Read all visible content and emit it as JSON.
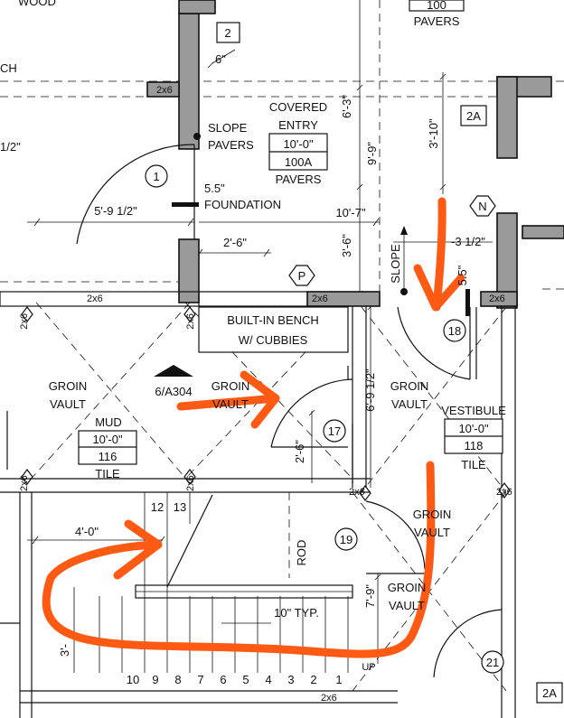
{
  "colors": {
    "line": "#111111",
    "wall_fill": "#9a9a9a",
    "markup": "#ff5a14",
    "background": "#ffffff"
  },
  "top_labels": {
    "wood": "WOOD",
    "top_room_no": "100",
    "top_pavers": "PAVERS",
    "bench_fragment": "CH",
    "half_fragment": "1/2\""
  },
  "tags": {
    "t2": "2",
    "t2a_top": "2A",
    "t2a_bottom": "2A",
    "n": "N",
    "p": "P",
    "d1": "1",
    "d17": "17",
    "d18": "18",
    "d19": "19",
    "d21": "21"
  },
  "wall_labels": {
    "w2x6_a": "2x6",
    "w2x6_b": "2x6",
    "w2x6_c": "2x6",
    "w2x6_d": "2x6",
    "w2x6_e": "2x6",
    "w2x6_f": "2x6",
    "w2x6_g": "2x6",
    "w2x6_h": "2x6",
    "w2x6_i": "2x6",
    "w2x6_j": "2x6",
    "w2x6_k": "2x6"
  },
  "rooms": {
    "covered_entry": {
      "name_1": "COVERED",
      "name_2": "ENTRY",
      "ceiling": "10'-0\"",
      "number": "100A",
      "finish": "PAVERS"
    },
    "mud": {
      "vault_1": "GROIN",
      "vault_2": "VAULT",
      "name": "MUD",
      "ceiling": "10'-0\"",
      "number": "116",
      "finish": "TILE"
    },
    "vestibule": {
      "vault_1": "GROIN",
      "vault_2": "VAULT",
      "name": "VESTIBULE",
      "ceiling": "10'-0\"",
      "number": "118",
      "finish": "TILE"
    }
  },
  "notes": {
    "slope_pavers_1": "SLOPE",
    "slope_pavers_2": "PAVERS",
    "foundation_1": "5.5\"",
    "foundation_2": "FOUNDATION",
    "bench_1": "BUILT-IN BENCH",
    "bench_2": "W/ CUBBIES",
    "section_ref": "6/A304",
    "groin_mid_1": "GROIN",
    "groin_mid_2": "VAULT",
    "groin_stair_1": "GROIN",
    "groin_stair_2": "VAULT",
    "groin_low_1": "GROIN",
    "groin_low_2": "VAULT",
    "rod": "ROD",
    "slope": "SLOPE",
    "typ": "10\" TYP.",
    "up": "UP"
  },
  "dimensions": {
    "d_6": "6\"",
    "d_6_3": "6'-3\"",
    "d_9_9": "9'-9\"",
    "d_3_10": "3'-10\"",
    "d_3_6": "3'-6\"",
    "d_10_7": "10'-7\"",
    "d_3_half": "-3 1/2\"",
    "d_5_5": "5.5\"",
    "d_5_9": "5'-9 1/2\"",
    "d_2_6a": "2'-6\"",
    "d_6_9": "6'-9 1/2\"",
    "d_2_6b": "2'-6\"",
    "d_4_0": "4'-0\"",
    "d_7_9": "7'-9\"",
    "d_3_frag": "3'-"
  },
  "stair_numbers_top": [
    "12",
    "13"
  ],
  "stair_numbers_bottom": [
    "10",
    "9",
    "8",
    "7",
    "6",
    "5",
    "4",
    "3",
    "2",
    "1"
  ]
}
